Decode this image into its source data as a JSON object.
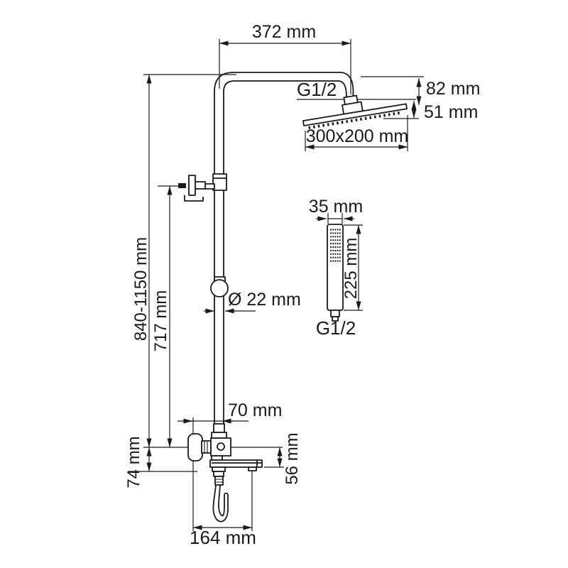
{
  "drawing": {
    "type": "shower-system-dimensional-drawing",
    "line_color": "#1a1a1a",
    "background": "#ffffff"
  },
  "dims": {
    "arm_reach": "372 mm",
    "head_thread": "G1/2",
    "head_drop": "82 mm",
    "head_edge_drop": "51 mm",
    "head_size": "300x200 mm",
    "hand_width": "35 mm",
    "hand_length": "225 mm",
    "hand_thread": "G1/2",
    "pipe_diameter": "Ø 22 mm",
    "column_height": "840-1150 mm",
    "bracket_to_mixer": "717 mm",
    "mixer_offset": "70 mm",
    "mixer_drop": "74 mm",
    "spout_drop": "56 mm",
    "spout_reach": "164 mm"
  }
}
